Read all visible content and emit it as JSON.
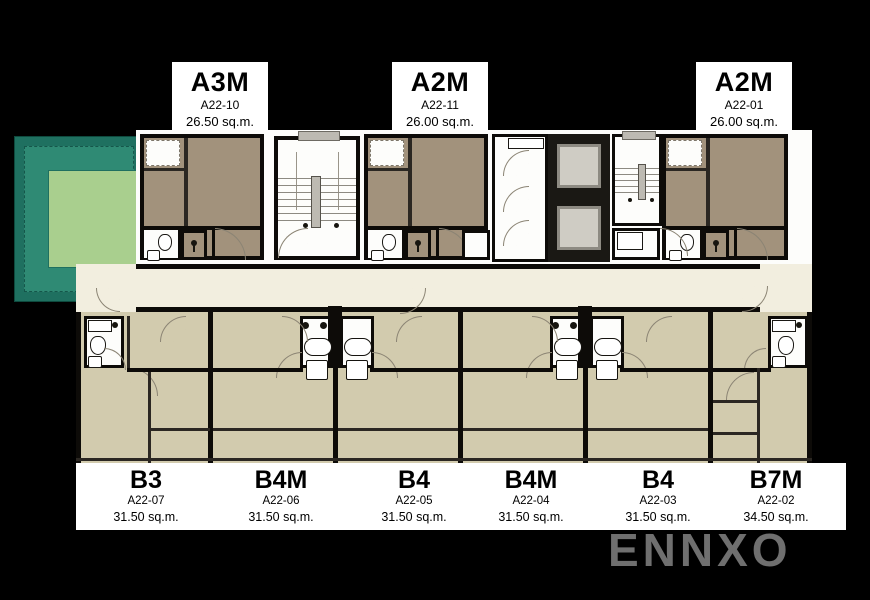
{
  "meta": {
    "background_color": "#000000",
    "title": "Residential floor plan - Floor 22 unit layout"
  },
  "watermark": {
    "text": "ENNXO",
    "color": "#6f6f6f"
  },
  "palette": {
    "upper_unit_fill": "#a2927c",
    "lower_unit_fill": "#d2cbae",
    "corridor_fill": "#f2eedf",
    "wall": "#0d0b08",
    "pool_outer": "#1f7060",
    "pool_inner": "#a9cf8e",
    "label_bg": "#ffffff",
    "label_text": "#000000"
  },
  "top_labels": [
    {
      "code": "A3M",
      "ref": "A22-10",
      "area": "26.50 sq.m."
    },
    {
      "code": "A2M",
      "ref": "A22-11",
      "area": "26.00 sq.m."
    },
    {
      "code": "A2M",
      "ref": "A22-01",
      "area": "26.00 sq.m."
    }
  ],
  "bottom_labels": [
    {
      "code": "B3",
      "ref": "A22-07",
      "area": "31.50 sq.m."
    },
    {
      "code": "B4M",
      "ref": "A22-06",
      "area": "31.50 sq.m."
    },
    {
      "code": "B4",
      "ref": "A22-05",
      "area": "31.50 sq.m."
    },
    {
      "code": "B4M",
      "ref": "A22-04",
      "area": "31.50 sq.m."
    },
    {
      "code": "B4",
      "ref": "A22-03",
      "area": "31.50 sq.m."
    },
    {
      "code": "B7M",
      "ref": "A22-02",
      "area": "34.50 sq.m."
    }
  ],
  "plan_features": {
    "pool": "swimming-pool",
    "stair_left": "stairwell",
    "stair_right": "stairwell",
    "elevators": 2,
    "corridor": "common-corridor"
  }
}
